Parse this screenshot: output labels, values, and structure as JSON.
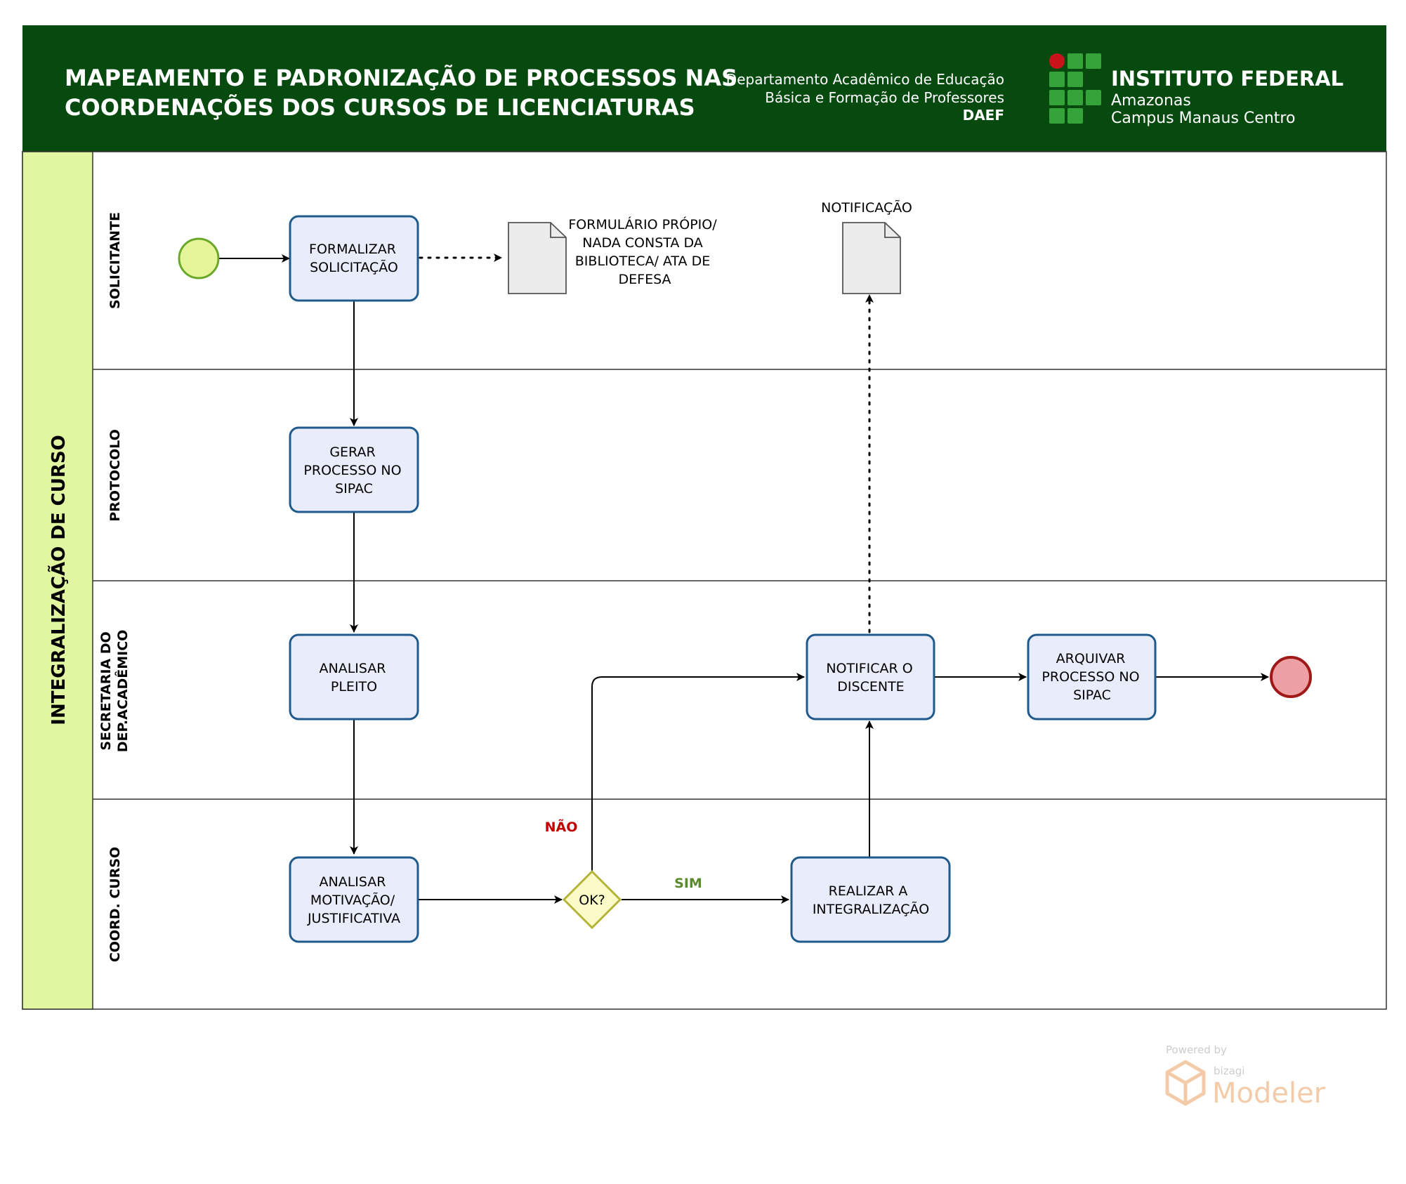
{
  "header": {
    "title_line1": "MAPEAMENTO E PADRONIZAÇÃO DE PROCESSOS NAS",
    "title_line2": "COORDENAÇÕES DOS CURSOS DE LICENCIATURAS",
    "dept_line1": "Departamento Acadêmico de Educação",
    "dept_line2": "Básica e Formação de Professores",
    "dept_abbr": "DAEF",
    "inst_name": "INSTITUTO FEDERAL",
    "inst_state": "Amazonas",
    "inst_campus": "Campus Manaus Centro",
    "colors": {
      "header_bg": "#074a10",
      "logo_green": "#36a23a",
      "logo_red": "#c8141a"
    }
  },
  "pool": {
    "title": "INTEGRALIZAÇÃO DE CURSO",
    "color": "#e0f6a0"
  },
  "lanes": [
    {
      "label_lines": [
        "SOLICITANTE"
      ]
    },
    {
      "label_lines": [
        "PROTOCOLO"
      ]
    },
    {
      "label_lines": [
        "SECRETARIA DO",
        "DEP.ACADÊMICO"
      ]
    },
    {
      "label_lines": [
        "COORD. CURSO"
      ]
    }
  ],
  "tasks": {
    "formalizar": [
      "FORMALIZAR",
      "SOLICITAÇÃO"
    ],
    "gerar": [
      "GERAR",
      "PROCESSO NO",
      "SIPAC"
    ],
    "analisar_pleito": [
      "ANALISAR",
      "PLEITO"
    ],
    "analisar_motivacao": [
      "ANALISAR",
      "MOTIVAÇÃO/",
      "JUSTIFICATIVA"
    ],
    "realizar": [
      "REALIZAR A",
      "INTEGRALIZAÇÃO"
    ],
    "notificar": [
      "NOTIFICAR O",
      "DISCENTE"
    ],
    "arquivar": [
      "ARQUIVAR",
      "PROCESSO NO",
      "SIPAC"
    ]
  },
  "gateway": {
    "label": "OK?"
  },
  "artifacts": {
    "formulario": [
      "FORMULÁRIO PRÓPIO/",
      "NADA CONSTA DA",
      "BIBLIOTECA/ ATA DE",
      "DEFESA"
    ],
    "notificacao": [
      "NOTIFICAÇÃO"
    ]
  },
  "flow_labels": {
    "nao": "NÃO",
    "sim": "SIM"
  },
  "watermark": {
    "powered_by": "Powered by",
    "vendor": "bizagi",
    "product": "Modeler"
  },
  "colors": {
    "task_fill": "#e9ecfb",
    "task_stroke": "#1e5a8c",
    "start_fill": "#e6f59a",
    "start_stroke": "#6ba82a",
    "end_fill": "#eda0a3",
    "end_stroke": "#a01818",
    "gateway_fill": "#fbfbc8",
    "gateway_stroke": "#b4b43a",
    "nao_color": "#c00000",
    "sim_color": "#5a8a2a",
    "watermark": "#f3c6a0"
  }
}
